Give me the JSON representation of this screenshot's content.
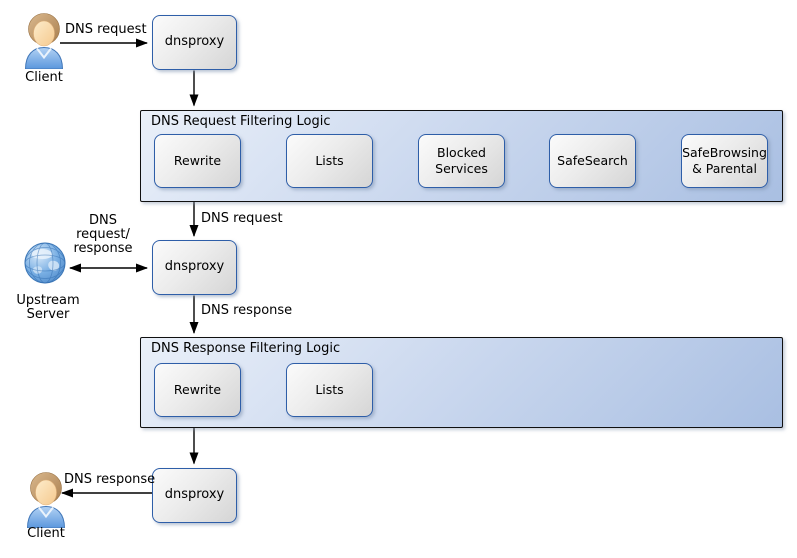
{
  "colors": {
    "container_fill_light": "#eaf0f9",
    "container_fill_dark": "#a9bfe2",
    "container_border": "#101010",
    "node_fill_light": "#fbfbfb",
    "node_fill_dark": "#d5d5d5",
    "node_border": "#2e5ea8",
    "arrow": "#000000",
    "globe_blue": "#5e9ad8",
    "shirt_blue": "#5b97dd",
    "hair_brown": "#b68c5a"
  },
  "clients": {
    "top_label": "Client",
    "bottom_label": "Client"
  },
  "upstream": {
    "label": "Upstream\nServer"
  },
  "proxies": {
    "p1": "dnsproxy",
    "p2": "dnsproxy",
    "p3": "dnsproxy"
  },
  "edge_labels": {
    "client_to_proxy1": "DNS request",
    "container1_to_proxy2": "DNS request",
    "upstream_proxy2": "DNS\nrequest/\nresponse",
    "proxy2_to_container2": "DNS response",
    "proxy3_to_client": "DNS response"
  },
  "request_filtering": {
    "title": "DNS Request Filtering Logic",
    "steps": [
      {
        "label": "Rewrite"
      },
      {
        "label": "Lists"
      },
      {
        "label": "Blocked\nServices"
      },
      {
        "label": "SafeSearch"
      },
      {
        "label": "SafeBrowsing\n& Parental"
      }
    ]
  },
  "response_filtering": {
    "title": "DNS Response Filtering Logic",
    "steps": [
      {
        "label": "Rewrite"
      },
      {
        "label": "Lists"
      }
    ]
  }
}
